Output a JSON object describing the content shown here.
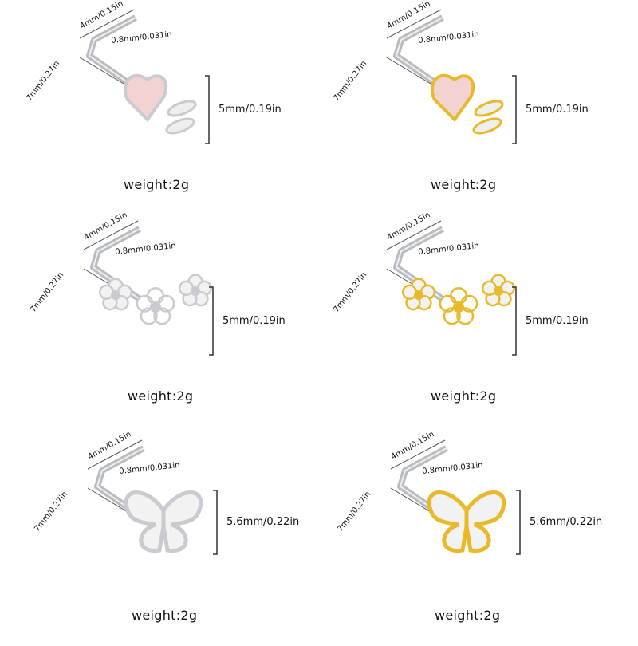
{
  "panels": [
    {
      "design": "heart",
      "finish": "silver",
      "top_dim": "4mm/0.15in",
      "gauge": "0.8mm/0.031in",
      "length": "7mm/0.27in",
      "height": "5mm/0.19in",
      "weight": "weight:2g"
    },
    {
      "design": "heart",
      "finish": "gold",
      "top_dim": "4mm/0.15in",
      "gauge": "0.8mm/0.031in",
      "length": "7mm/0.27in",
      "height": "5mm/0.19in",
      "weight": "weight:2g"
    },
    {
      "design": "flowers",
      "finish": "silver",
      "top_dim": "4mm/0.15in",
      "gauge": "0.8mm/0.031in",
      "length": "7mm/0.27in",
      "height": "5mm/0.19in",
      "weight": "weight:2g"
    },
    {
      "design": "flowers",
      "finish": "gold",
      "top_dim": "4mm/0.15in",
      "gauge": "0.8mm/0.031in",
      "length": "7mm/0.27in",
      "height": "5mm/0.19in",
      "weight": "weight:2g"
    },
    {
      "design": "butterfly",
      "finish": "silver",
      "top_dim": "4mm/0.15in",
      "gauge": "0.8mm/0.031in",
      "length": "7mm/0.27in",
      "height": "5.6mm/0.22in",
      "weight": "weight:2g"
    },
    {
      "design": "butterfly",
      "finish": "gold",
      "top_dim": "4mm/0.15in",
      "gauge": "0.8mm/0.031in",
      "length": "7mm/0.27in",
      "height": "5.6mm/0.22in",
      "weight": "weight:2g"
    }
  ],
  "colors": {
    "silver": "#c9cbd0",
    "gold": "#e8b928",
    "pink": "#f3d2d2",
    "pin": "#b8bbc0"
  }
}
